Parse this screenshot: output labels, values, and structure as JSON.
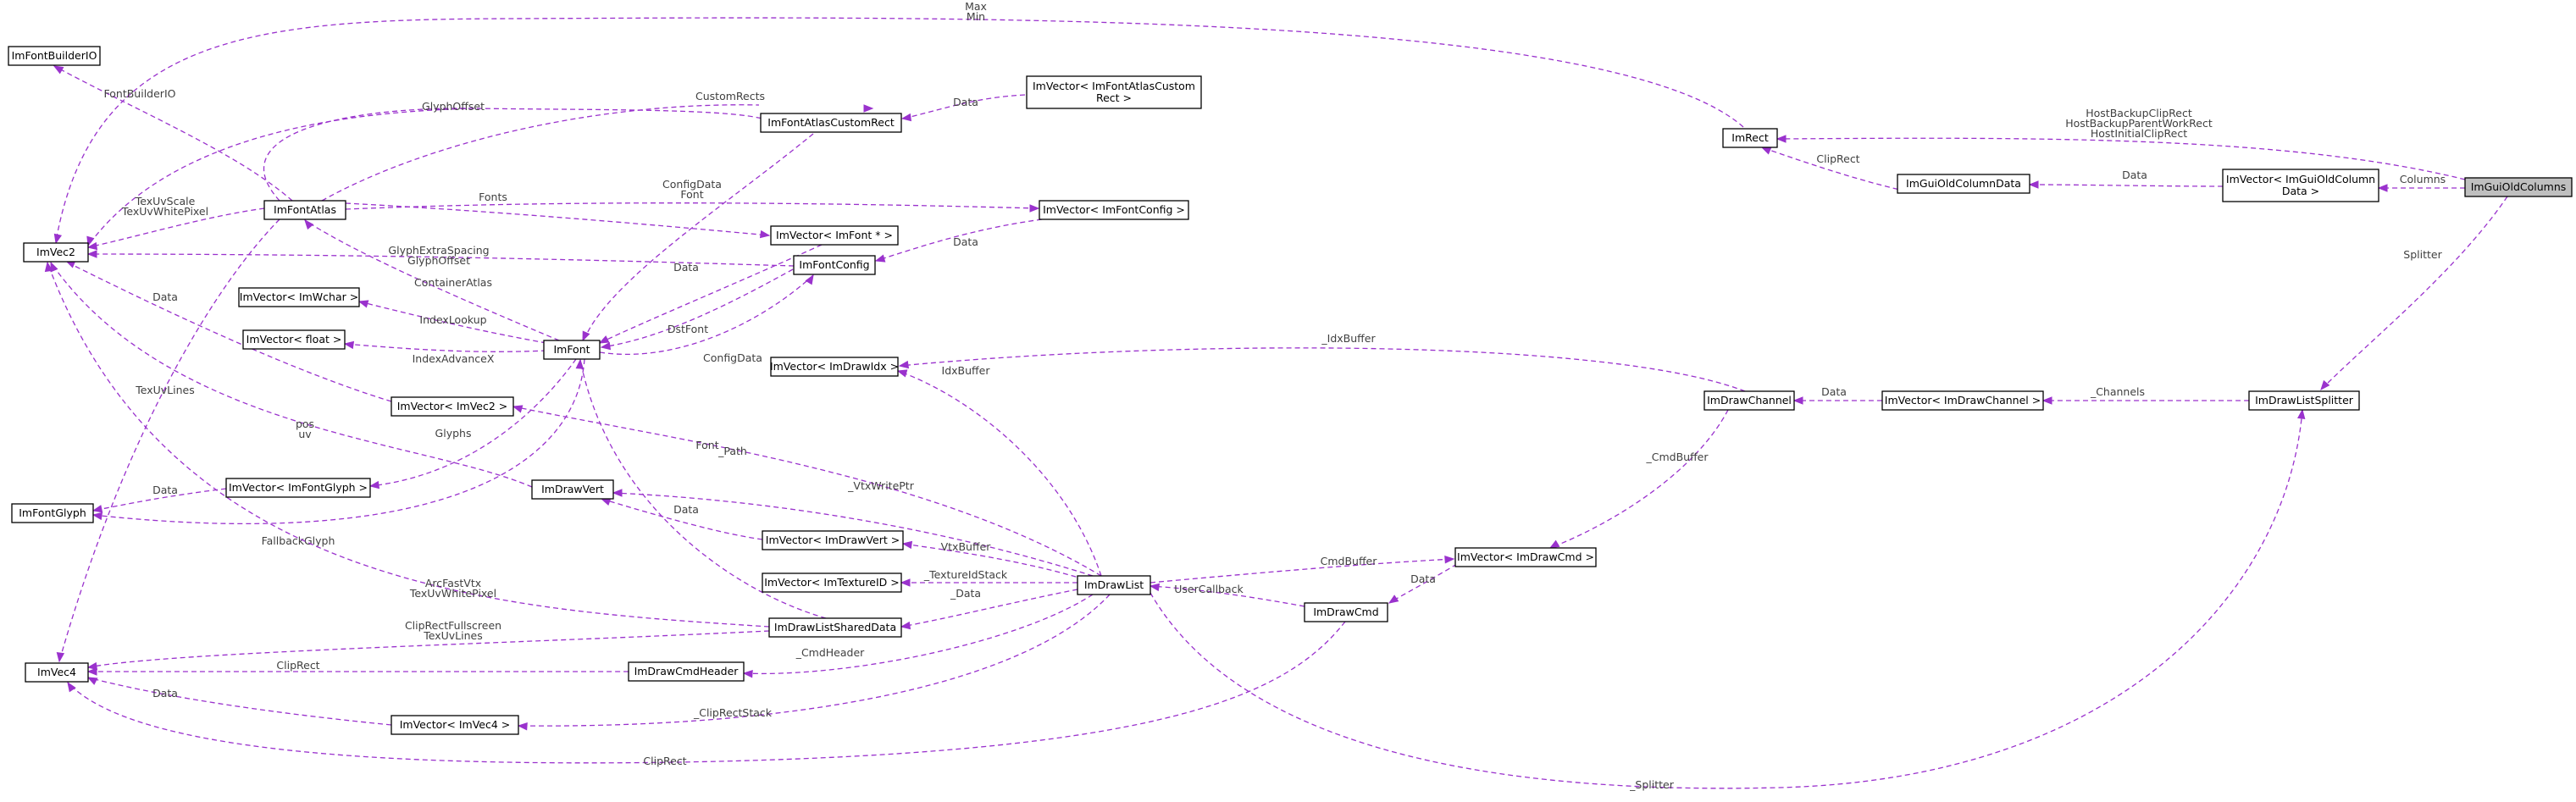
{
  "nodes": {
    "n_imfontbuilderio": [
      "ImFontBuilderIO"
    ],
    "n_imvec2": [
      "ImVec2"
    ],
    "n_imfontglyph": [
      "ImFontGlyph"
    ],
    "n_imvec4": [
      "ImVec4"
    ],
    "n_imfontatlas": [
      "ImFontAtlas"
    ],
    "n_vec_imwchar": [
      "ImVector< ImWchar >"
    ],
    "n_vec_float": [
      "ImVector< float >"
    ],
    "n_vec_imvec2": [
      "ImVector< ImVec2 >"
    ],
    "n_vec_imfontglyph": [
      "ImVector< ImFontGlyph >"
    ],
    "n_vec_imvec4": [
      "ImVector< ImVec4 >"
    ],
    "n_imfont": [
      "ImFont"
    ],
    "n_imdrawvert": [
      "ImDrawVert"
    ],
    "n_imfontatlascustomrect": [
      "ImFontAtlasCustomRect"
    ],
    "n_vec_imfontatlascustomrect": [
      "ImVector< ImFontAtlasCustom",
      "Rect >"
    ],
    "n_vec_imfontptr": [
      "ImVector< ImFont * >"
    ],
    "n_vec_imfontconfig": [
      "ImVector< ImFontConfig >"
    ],
    "n_imfontconfig": [
      "ImFontConfig"
    ],
    "n_vec_imdrawidx": [
      "ImVector< ImDrawIdx >"
    ],
    "n_vec_imdrawvert": [
      "ImVector< ImDrawVert >"
    ],
    "n_vec_imtextureid": [
      "ImVector< ImTextureID >"
    ],
    "n_imdrawlistshareddata": [
      "ImDrawListSharedData"
    ],
    "n_imdrawcmdheader": [
      "ImDrawCmdHeader"
    ],
    "n_imdrawlist": [
      "ImDrawList"
    ],
    "n_vec_imdrawcmd": [
      "ImVector< ImDrawCmd >"
    ],
    "n_imdrawcmd": [
      "ImDrawCmd"
    ],
    "n_imdrawchannel": [
      "ImDrawChannel"
    ],
    "n_vec_imdrawchannel": [
      "ImVector< ImDrawChannel >"
    ],
    "n_imdrawlistsplitter": [
      "ImDrawListSplitter"
    ],
    "n_imrect": [
      "ImRect"
    ],
    "n_imguioldcolumndata": [
      "ImGuiOldColumnData"
    ],
    "n_vec_imguioldcolumndata": [
      "ImVector< ImGuiOldColumn",
      "Data >"
    ],
    "n_imguioldcolumns": [
      "ImGuiOldColumns"
    ]
  },
  "edges": {
    "e_maxmin": [
      "Max",
      "Min"
    ],
    "e_hostrects": [
      "HostBackupClipRect",
      "HostBackupParentWorkRect",
      "HostInitialClipRect"
    ],
    "e_fontbuilderio": [
      "FontBuilderIO"
    ],
    "e_glyphoffset": [
      "GlyphOffset"
    ],
    "e_customrects": [
      "CustomRects"
    ],
    "e_data_customrect": [
      "Data"
    ],
    "e_texuvscale": [
      "TexUvScale",
      "TexUvWhitePixel"
    ],
    "e_configdata": [
      "ConfigData"
    ],
    "e_font": [
      "Font"
    ],
    "e_fonts": [
      "Fonts"
    ],
    "e_data_vec_imfont": [
      "Data"
    ],
    "e_data_vec_fontconfig": [
      "Data"
    ],
    "e_glyphextraspacing": [
      "GlyphExtraSpacing",
      "GlyphOffset"
    ],
    "e_containeratlas": [
      "ContainerAtlas"
    ],
    "e_dstfont": [
      "DstFont"
    ],
    "e_configdata2": [
      "ConfigData"
    ],
    "e_data_vec2_list": [
      "Data"
    ],
    "e_indexlookup": [
      "IndexLookup"
    ],
    "e_indexadvancex": [
      "IndexAdvanceX"
    ],
    "e_texuvlines": [
      "TexUvLines"
    ],
    "e_pos_uv": [
      "pos",
      "uv"
    ],
    "e_glyphs": [
      "Glyphs"
    ],
    "e_data_glyph": [
      "Data"
    ],
    "e_fallbackglyph": [
      "FallbackGlyph"
    ],
    "e_arcfastvtx": [
      "ArcFastVtx",
      "TexUvWhitePixel"
    ],
    "e_cliprectfull": [
      "ClipRectFullscreen",
      "TexUvLines"
    ],
    "e_cliprect_hdr": [
      "ClipRect"
    ],
    "e_data_vec4": [
      "Data"
    ],
    "e_cliprect_cmd": [
      "ClipRect"
    ],
    "e_path": [
      "_Path"
    ],
    "e_vtxwriteptr": [
      "_VtxWritePtr"
    ],
    "e_data_drawvert": [
      "Data"
    ],
    "e_vtxbuffer": [
      "VtxBuffer"
    ],
    "e_textureidstack": [
      "_TextureIdStack"
    ],
    "e_data_shared": [
      "_Data"
    ],
    "e_cmdheader": [
      "_CmdHeader"
    ],
    "e_cliprectstack": [
      "_ClipRectStack"
    ],
    "e_font_shared": [
      "Font"
    ],
    "e_idxbuffer": [
      "IdxBuffer"
    ],
    "e_idxbuffer_ch": [
      "_IdxBuffer"
    ],
    "e_data_channel": [
      "Data"
    ],
    "e_channels": [
      "_Channels"
    ],
    "e_cmdbuffer_ch": [
      "_CmdBuffer"
    ],
    "e_cmdbuffer": [
      "CmdBuffer"
    ],
    "e_data_cmd": [
      "Data"
    ],
    "e_usercallback": [
      "UserCallback"
    ],
    "e_splitter_list": [
      "_Splitter"
    ],
    "e_splitter": [
      "Splitter"
    ],
    "e_columns": [
      "Columns"
    ],
    "e_data_column": [
      "Data"
    ],
    "e_cliprect_col": [
      "ClipRect"
    ]
  }
}
